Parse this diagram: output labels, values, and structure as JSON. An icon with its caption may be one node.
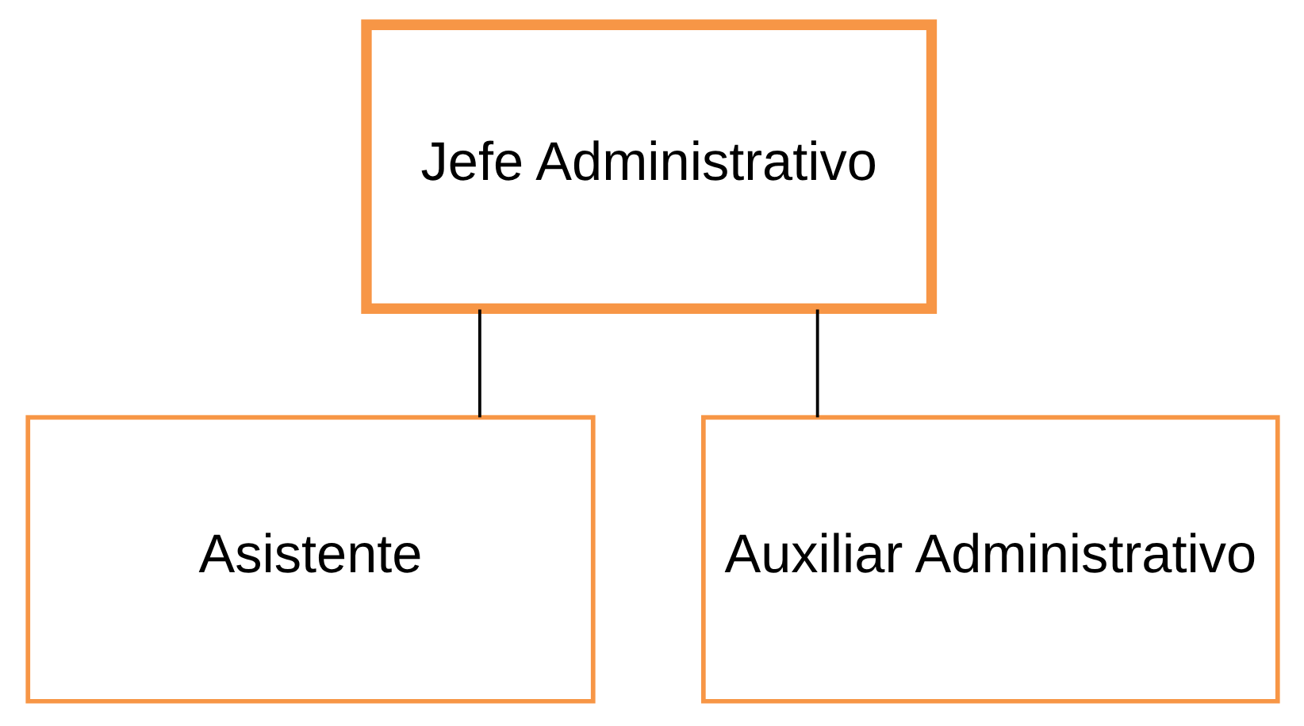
{
  "diagram": {
    "nodes": [
      {
        "text": [
          "Jefe Administrativo"
        ]
      },
      {
        "text": [
          "Asistente"
        ]
      },
      {
        "text": [
          "Auxiliar Administrativo"
        ]
      }
    ],
    "edges": [
      {
        "from": 0,
        "to": 1,
        "arrow": "none"
      },
      {
        "from": 0,
        "to": 2,
        "arrow": "none"
      }
    ]
  }
}
